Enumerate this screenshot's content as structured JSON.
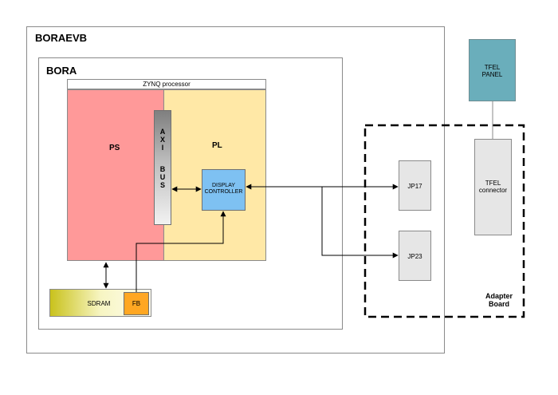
{
  "boraevb": {
    "title": "BORAEVB"
  },
  "bora": {
    "title": "BORA"
  },
  "zynq": {
    "header": "ZYNQ processor"
  },
  "ps": {
    "label": "PS",
    "color": "#ff9999"
  },
  "pl": {
    "label": "PL",
    "color": "#ffe8a6"
  },
  "axi_bus": {
    "line1": "A X I",
    "line2": "B U S"
  },
  "display_controller": {
    "line1": "DISPLAY",
    "line2": "CONTROLLER",
    "color": "#7ec1f2"
  },
  "sdram": {
    "label": "SDRAM"
  },
  "fb": {
    "label": "FB",
    "color": "#ffa722"
  },
  "jp17": {
    "label": "JP17"
  },
  "jp23": {
    "label": "JP23"
  },
  "tfel_panel": {
    "line1": "TFEL",
    "line2": "PANEL",
    "color": "#6aaebb"
  },
  "tfel_connector": {
    "line1": "TFEL",
    "line2": "connector"
  },
  "adapter_board": {
    "line1": "Adapter",
    "line2": "Board"
  }
}
